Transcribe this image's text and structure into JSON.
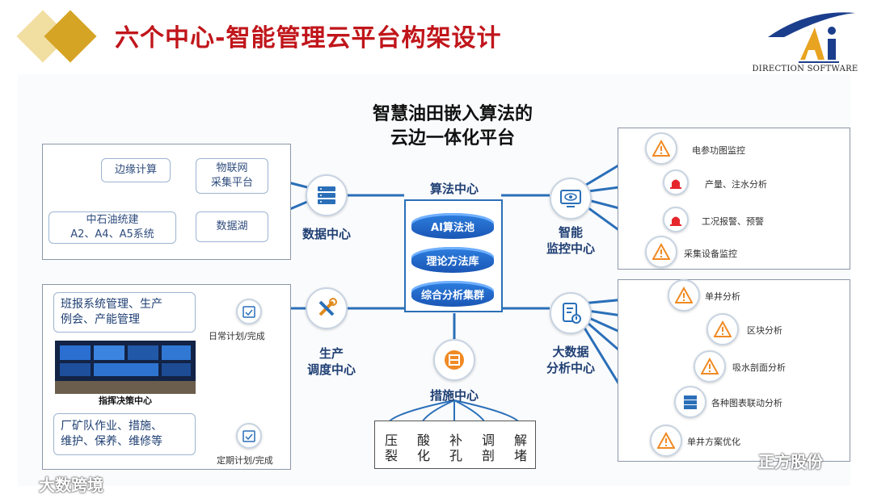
{
  "title": "六个中心-智能管理云平台构架设计",
  "logo": {
    "text": "DIRECTION  SOFTWARE",
    "letters": "Ai"
  },
  "heading": {
    "line1": "智慧油田嵌入算法的",
    "line2": "云边一体化平台"
  },
  "algorithm_center": {
    "label": "算法中心",
    "layers": [
      "AI算法池",
      "理论方法库",
      "综合分析集群"
    ]
  },
  "data_center": {
    "label": "数据中心",
    "edge_computing": "边缘计算",
    "iot": [
      "物联网",
      "采集平台"
    ],
    "cnooc": [
      "中石油统建",
      "A2、A4、A5系统"
    ],
    "data_lake": "数据湖"
  },
  "monitor_center": {
    "label": [
      "智能",
      "监控中心"
    ],
    "items": [
      "电参功图监控",
      "产量、注水分析",
      "工况报警、预警",
      "采集设备监控"
    ]
  },
  "bigdata_center": {
    "label": [
      "大数据",
      "分析中心"
    ],
    "items": [
      "单井分析",
      "区块分析",
      "吸水剖面分析",
      "各种图表联动分析",
      "单井方案优化"
    ]
  },
  "production_center": {
    "label": [
      "生产",
      "调度中心"
    ],
    "box1": [
      "班报系统管理、生产",
      "例会、产能管理"
    ],
    "daily": "日常计划/完成",
    "command": "指挥决策中心",
    "box2": [
      "厂矿队作业、措施、",
      "维护、保养、维修等"
    ],
    "periodic": "定期计划/完成"
  },
  "measures_center": {
    "label": "措施中心",
    "items": [
      [
        "压",
        "裂"
      ],
      [
        "酸",
        "化"
      ],
      [
        "补",
        "孔"
      ],
      [
        "调",
        "剖"
      ],
      [
        "解",
        "堵"
      ]
    ]
  },
  "watermarks": {
    "left": "大数跨境",
    "right": "正方股份"
  },
  "colors": {
    "title": "#c0161b",
    "line": "#2a6fb8",
    "alert": "#f08a24",
    "navy": "#1f3f73"
  }
}
